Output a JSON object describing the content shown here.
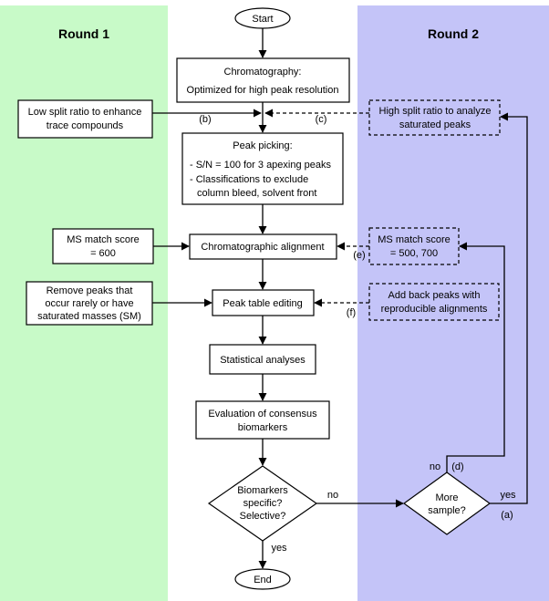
{
  "headers": {
    "round1": "Round 1",
    "round2": "Round 2"
  },
  "colors": {
    "round1_bg": "#c8fac8",
    "round2_bg": "#c4c4f8",
    "center_bg": "#ffffff",
    "stroke": "#000000"
  },
  "nodes": {
    "start": "Start",
    "end": "End",
    "chrom_title": "Chromatography:",
    "chrom_sub": "Optimized for high peak resolution",
    "low_split_1": "Low split ratio to enhance",
    "low_split_2": "trace compounds",
    "high_split_1": "High split ratio to analyze",
    "high_split_2": "saturated peaks",
    "peak_title": "Peak picking:",
    "peak_b1": "- S/N = 100 for 3 apexing peaks",
    "peak_b2": "- Classifications to exclude",
    "peak_b3": "column bleed, solvent front",
    "ms600_1": "MS match score",
    "ms600_2": "= 600",
    "align": "Chromatographic alignment",
    "ms500_1": "MS match score",
    "ms500_2": "= 500, 700",
    "remove_1": "Remove peaks that",
    "remove_2": "occur rarely or have",
    "remove_3": "saturated masses (SM)",
    "peak_edit": "Peak table editing",
    "addback_1": "Add back peaks with",
    "addback_2": "reproducible alignments",
    "stats": "Statistical analyses",
    "eval_1": "Evaluation of consensus",
    "eval_2": "biomarkers",
    "bio_1": "Biomarkers",
    "bio_2": "specific?",
    "bio_3": "Selective?",
    "more_1": "More",
    "more_2": "sample?"
  },
  "edge_labels": {
    "b": "(b)",
    "c": "(c)",
    "e": "(e)",
    "f": "(f)",
    "d": "(d)",
    "a": "(a)",
    "no_bio": "no",
    "yes_bio": "yes",
    "no_more": "no",
    "yes_more": "yes"
  }
}
